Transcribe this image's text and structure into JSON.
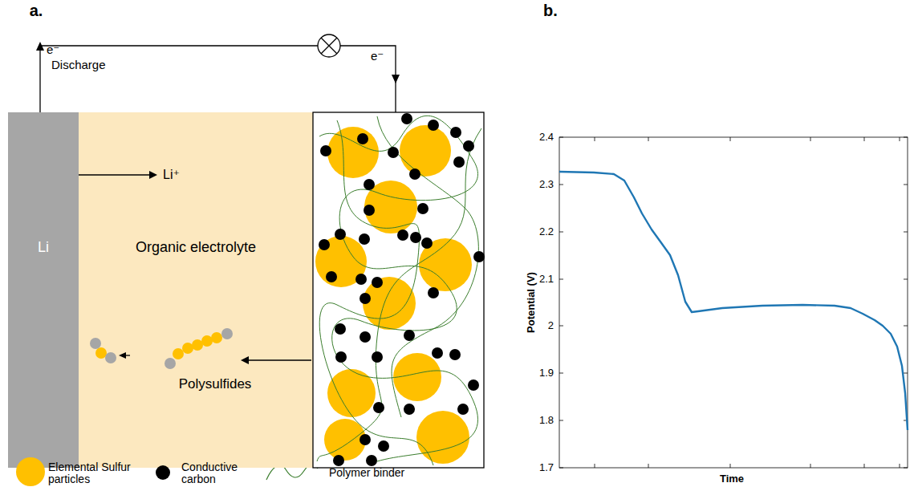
{
  "diagram": {
    "nodes": [
      {
        "text": [
          "Li"
        ]
      },
      {
        "text": [
          "Organic electrolyte"
        ]
      }
    ],
    "labels": [
      "a.",
      "e⁻",
      "Discharge",
      "e⁻",
      "Li⁺",
      "Polysulfides",
      "b.",
      "Potential (V)",
      "2.4",
      "2.3",
      "2.2",
      "2.1",
      "2",
      "1.9",
      "1.8",
      "1.7",
      "Time"
    ],
    "legend": [
      {
        "text": "Elemental Sulfur particles",
        "color": "#ffc000"
      },
      {
        "text": "Conductive carbon",
        "color": "#000000"
      },
      {
        "text": "Polymer binder"
      }
    ]
  }
}
